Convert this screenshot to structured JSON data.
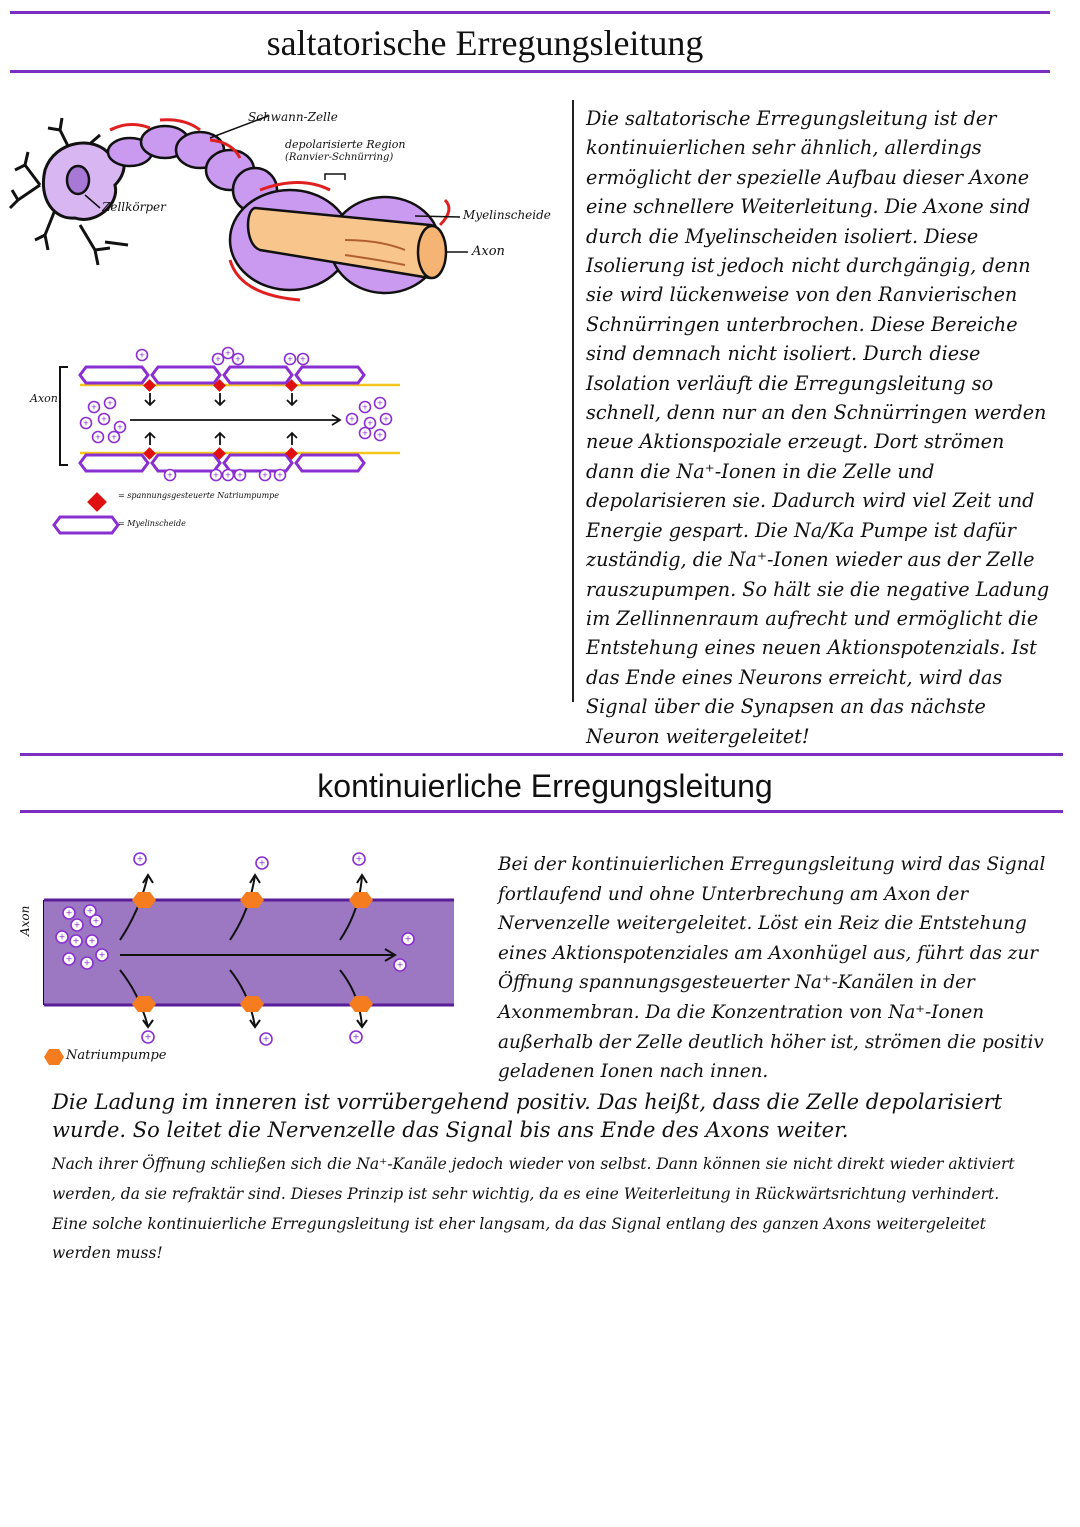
{
  "colors": {
    "accent_purple": "#7a2fc0",
    "myelin": "#cfa3ee",
    "axon_orange": "#f8c68c",
    "sodium_pump": "#e01010",
    "channel_orange": "#f57c1f",
    "axon_band": "#9b78c1"
  },
  "saltatory": {
    "title": "saltatorische Erregungsleitung",
    "diagram1": {
      "schwann": "Schwann-Zelle",
      "region_line1": "depolarisierte Region",
      "region_line2": "(Ranvier-Schnürring)",
      "soma": "Zellkörper",
      "myelin": "Myelinscheide",
      "axon": "Axon"
    },
    "diagram2": {
      "axon": "Axon",
      "legend_pump": "= spannungsgesteuerte Natriumpumpe",
      "legend_myelin": "= Myelinscheide"
    },
    "text": "Die saltatorische Erregungsleitung ist der kontinuierlichen sehr ähnlich, allerdings ermöglicht der spezielle Aufbau dieser Axone eine schnellere Weiterleitung. Die Axone sind durch die Myelinscheiden isoliert. Diese Isolierung ist jedoch nicht durchgängig, denn sie wird lückenweise von den Ranvierischen Schnürringen unterbrochen. Diese Bereiche sind demnach nicht isoliert. Durch diese Isolation verläuft die Erregungsleitung so schnell, denn nur an den Schnürringen werden neue Aktionspoziale erzeugt. Dort strömen dann die Na⁺-Ionen in die Zelle und depolarisieren sie. Dadurch wird viel Zeit und Energie gespart. Die Na/Ka Pumpe ist dafür zuständig, die Na⁺-Ionen wieder aus der Zelle rauszupumpen. So hält sie die negative Ladung im Zellinnenraum aufrecht und ermöglicht die Entstehung eines neuen Aktionspotenzials. Ist das Ende eines Neurons erreicht, wird das Signal über die Synapsen an das nächste Neuron weitergeleitet!"
  },
  "continuous": {
    "title": "kontinuierliche Erregungsleitung",
    "diagram": {
      "axon": "Axon",
      "legend_pump": "Natriumpumpe"
    },
    "text": "Bei der kontinuierlichen Erregungsleitung wird das Signal fortlaufend und ohne Unterbrechung am Axon der Nervenzelle weitergeleitet. Löst ein Reiz die Entstehung eines Aktionspotenziales am Axonhügel aus, führt das zur Öffnung spannungsgesteuerter Na⁺-Kanälen in der Axonmembran. Da die Konzentration von Na⁺-Ionen außerhalb der Zelle deutlich höher ist, strömen die positiv geladenen Ionen nach innen.",
    "text2": "Die Ladung im inneren ist vorrübergehend positiv. Das heißt, dass die Zelle depolarisiert wurde. So leitet die Nervenzelle das Signal bis ans Ende des Axons weiter.",
    "text3": "Nach ihrer Öffnung schließen sich die Na⁺-Kanäle jedoch wieder von selbst. Dann können sie nicht direkt wieder aktiviert werden, da sie refraktär sind. Dieses Prinzip ist sehr wichtig, da es eine Weiterleitung in Rückwärtsrichtung verhindert. Eine solche kontinuierliche Erregungsleitung ist eher langsam, da das Signal entlang des ganzen Axons weitergeleitet werden muss!"
  },
  "ion_symbol": "+"
}
